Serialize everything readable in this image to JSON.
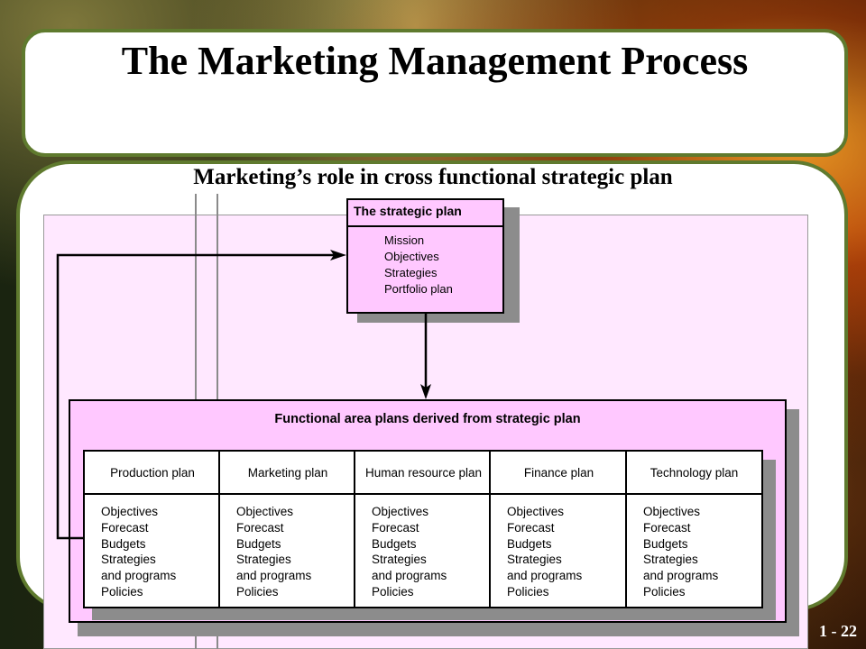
{
  "slide": {
    "title": "The Marketing Management Process",
    "subtitle": "Marketing’s role in cross functional strategic plan",
    "number": "1 - 22"
  },
  "strategic_plan": {
    "heading": "The strategic plan",
    "items": [
      "Mission",
      "Objectives",
      "Strategies",
      "Portfolio plan"
    ]
  },
  "functional_area": {
    "heading": "Functional area plans derived from strategic plan",
    "columns": [
      {
        "title": "Production plan",
        "items": [
          "Objectives",
          "Forecast",
          "Budgets",
          "Strategies",
          "and programs",
          "Policies"
        ]
      },
      {
        "title": "Marketing plan",
        "items": [
          "Objectives",
          "Forecast",
          "Budgets",
          "Strategies",
          "and programs",
          "Policies"
        ]
      },
      {
        "title": "Human resource plan",
        "items": [
          "Objectives",
          "Forecast",
          "Budgets",
          "Strategies",
          "and programs",
          "Policies"
        ]
      },
      {
        "title": "Finance plan",
        "items": [
          "Objectives",
          "Forecast",
          "Budgets",
          "Strategies",
          "and programs",
          "Policies"
        ]
      },
      {
        "title": "Technology plan",
        "items": [
          "Objectives",
          "Forecast",
          "Budgets",
          "Strategies",
          "and programs",
          "Policies"
        ]
      }
    ]
  },
  "colors": {
    "panel_border": "#5f7a2e",
    "box_fill": "#ffc8ff",
    "diagram_bg": "#ffe8ff"
  }
}
